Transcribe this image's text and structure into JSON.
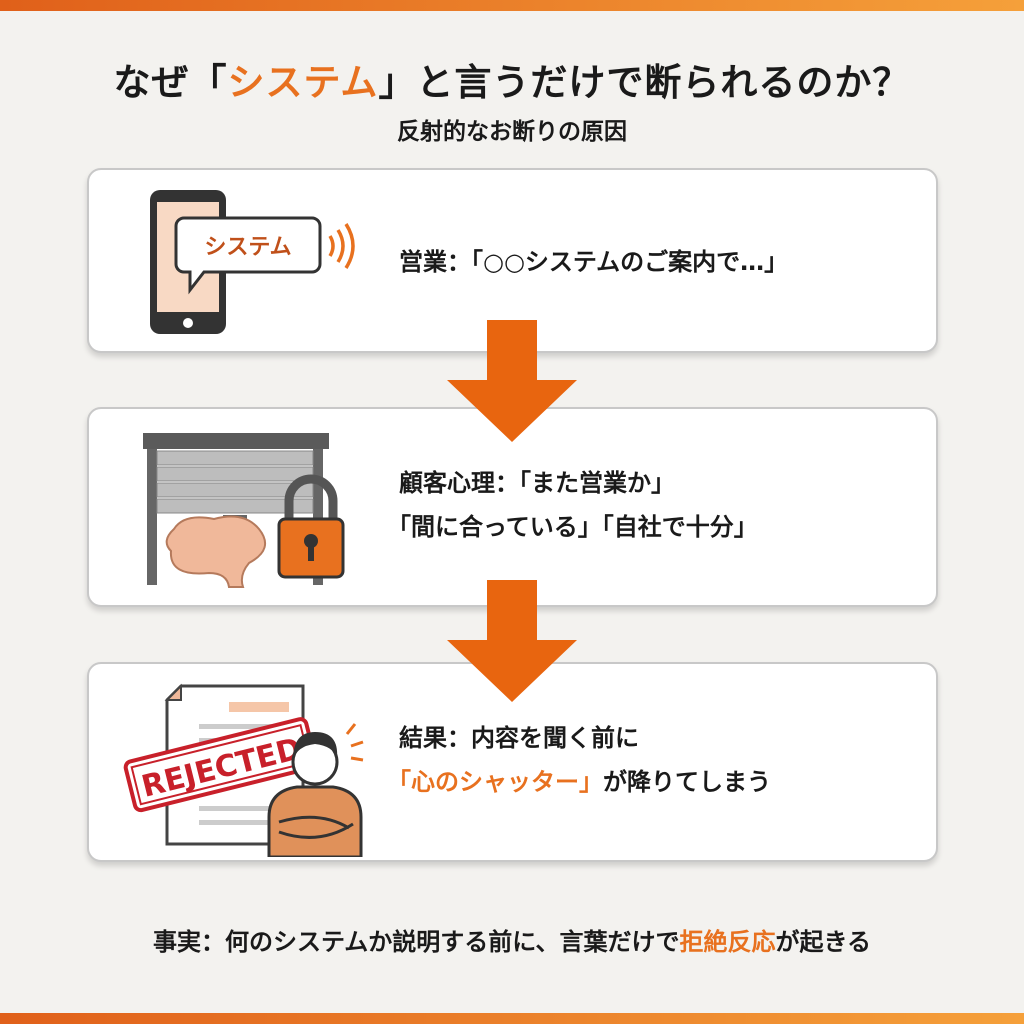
{
  "header": {
    "title_pre": "なぜ「",
    "title_accent": "システム",
    "title_post": "」と言うだけで断られるのか？",
    "subtitle": "反射的なお断りの原因"
  },
  "steps": [
    {
      "icon": "phone-speech-icon",
      "bubble": "システム",
      "line1": "営業：「○○システムのご案内で…」"
    },
    {
      "icon": "shutter-brain-lock-icon",
      "line1": "顧客心理：「また営業か」",
      "line2": "「間に合っている」「自社で十分」"
    },
    {
      "icon": "rejected-document-person-icon",
      "stamp": "REJECTED",
      "line1": "結果：内容を聞く前に",
      "line2_accent": "「心のシャッター」",
      "line2_rest": "が降りてしまう"
    }
  ],
  "footer": {
    "pre": "事実：何のシステムか説明する前に、言葉だけで",
    "accent": "拒絶反応",
    "post": "が起きる"
  },
  "colors": {
    "accent": "#e8711f",
    "stamp": "#c8202a"
  }
}
